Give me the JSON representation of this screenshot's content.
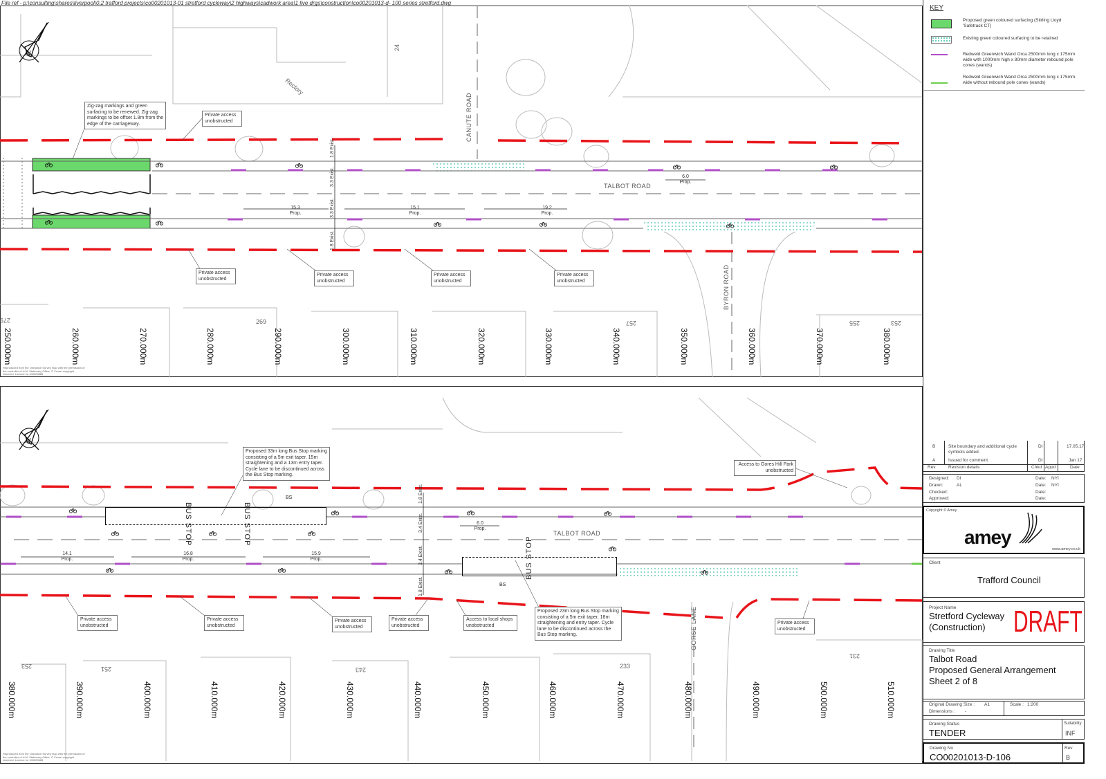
{
  "file_ref": "File ref - p:\\consulting\\shares\\liverpool\\0.2 trafford projects\\co00201013-01 stretford cycleway\\2 highways\\cadwork area\\1 live drgs\\construction\\co00201013-d- 100 series stretford.dwg",
  "colors": {
    "boundary": "#e8141a",
    "wand_with": "#b04fc8",
    "wand_without": "#6ccf4f",
    "green_surface": "#6bd86b",
    "existing_green": "#7fd8c8"
  },
  "key": {
    "title": "KEY",
    "items": [
      {
        "icon": "green-surfacing-swatch",
        "text": "Proposed green coloured surfacing (Stirling Lloyd 'Safetrack CT)"
      },
      {
        "icon": "existing-green-swatch",
        "text": "Existing green coloured surfacing to be retained"
      },
      {
        "icon": "wand-with-cones-line",
        "text": "Redweld Greenwich Wand Orca 2500mm long x 175mm wide with 1000mm high x 80mm diameter rebound pole cones (wands)"
      },
      {
        "icon": "wand-without-cones-line",
        "text": "Redweld Greenwich Wand Orca 2500mm long x 175mm wide without rebound pole cones (wands)"
      }
    ]
  },
  "sheet_top": {
    "roads": {
      "talbot": "TALBOT ROAD",
      "canute": "CANUTE ROAD",
      "byron": "BYRON ROAD"
    },
    "properties": {
      "rectory": "Rectory",
      "p24": "24",
      "p279": "279",
      "p269": "269",
      "p257": "257",
      "p255": "255",
      "p253": "253"
    },
    "chainages": [
      "250.000m",
      "260.000m",
      "270.000m",
      "280.000m",
      "290.000m",
      "300.000m",
      "310.000m",
      "320.000m",
      "330.000m",
      "340.000m",
      "350.000m",
      "360.000m",
      "370.000m",
      "380.000m"
    ],
    "dims": [
      {
        "value": "15.3",
        "tag": "Prop."
      },
      {
        "value": "15.1",
        "tag": "Prop."
      },
      {
        "value": "19.2",
        "tag": "Prop."
      },
      {
        "value": "6.0",
        "tag": "Prop."
      }
    ],
    "exist_dims": [
      "1.8 Exist.",
      "3.3 Exist.",
      "3.3 Exist.",
      "1.8 Exist."
    ],
    "notes": {
      "zigzag": "Zig-zag markings and green surfacing to be renewed.  Zig-zag markings to be offset 1.8m from the edge of the carriageway.",
      "pa1": "Private access unobstructed",
      "pa2": "Private access unobstructed",
      "pa3": "Private access unobstructed",
      "pa4": "Private access unobstructed",
      "pa5": "Private access unobstructed"
    },
    "os_notice": "Reproduced from the Ordnance Survey map with the permission of the controller of H.M. Stationery Office. © Crown copyright reserved. Licence no 100023885"
  },
  "sheet_bottom": {
    "roads": {
      "talbot": "TALBOT ROAD",
      "gorse": "GORSE LANE"
    },
    "bus_stop_text": "BUS STOP",
    "bs": "BS",
    "properties": {
      "p253": "253",
      "p251": "251",
      "p243": "243",
      "p233": "233",
      "p231": "231"
    },
    "chainages": [
      "380.000m",
      "390.000m",
      "400.000m",
      "410.000m",
      "420.000m",
      "430.000m",
      "440.000m",
      "450.000m",
      "460.000m",
      "470.000m",
      "480.000m",
      "490.000m",
      "500.000m",
      "510.000m"
    ],
    "dims": [
      {
        "value": "14.1",
        "tag": "Prop."
      },
      {
        "value": "16.8",
        "tag": "Prop."
      },
      {
        "value": "15.9",
        "tag": "Prop."
      },
      {
        "value": "6.0",
        "tag": "Prop."
      }
    ],
    "exist_dims": [
      "1.8 Exist.",
      "3.4 Exist.",
      "3.4 Exist.",
      "1.8 Exist."
    ],
    "notes": {
      "bus33": "Proposed 33m long Bus Stop marking consisting of a 5m exit taper, 15m straightening and a 13m entry taper. Cycle lane to be discontinued across the Bus Stop marking.",
      "gores": "Access to Gores Hill Park unobstructed",
      "pa1": "Private access unobstructed",
      "pa2": "Private access unobstructed",
      "pa3": "Private access unobstructed",
      "pa4": "Private access unobstructed",
      "shops": "Access to local shops unobstructed",
      "bus23": "Proposed 23m long Bus Stop marking consisting of a 5m exit taper, 18m straightening and entry taper. Cycle lane to be discontinued across  the Bus Stop marking.",
      "pa5": "Private access unobstructed"
    },
    "os_notice": "Reproduced from the Ordnance Survey map with the permission of the controller of H.M. Stationery Office. © Crown copyright reserved. Licence no 100023885"
  },
  "revisions": {
    "rows": [
      {
        "rev": "B",
        "details": "Site boundary and additional cycle symbols added.",
        "chkd": "DI",
        "appd": "",
        "date": "17.05.17"
      },
      {
        "rev": "A",
        "details": "Issued for comment",
        "chkd": "DI",
        "appd": "",
        "date": "Jan 17"
      }
    ],
    "header": {
      "rev": "Rev",
      "details": "Revision details",
      "chkd": "Chkd",
      "appd": "Appd",
      "date": "Date"
    }
  },
  "signoff": {
    "designed_label": "Designed:",
    "designed": "DI",
    "drawn_label": "Drawn:",
    "drawn": "AL",
    "checked_label": "Checked:",
    "approved_label": "Approved:",
    "date_label": "Date:",
    "designed_date": "NYI",
    "drawn_date": "NYI"
  },
  "company": {
    "copyright": "Copyright © Amey",
    "logo_text": "amey",
    "url": "www.amey.co.uk"
  },
  "client": {
    "label": "Client",
    "name": "Trafford Council"
  },
  "project": {
    "label": "Project Name",
    "line1": "Stretford Cycleway",
    "line2": "(Construction)",
    "stamp": "DRAFT"
  },
  "drawing_title": {
    "label": "Drawing Title",
    "line1": "Talbot Road",
    "line2": "Proposed General Arrangement",
    "line3": "Sheet 2 of 8"
  },
  "sizes": {
    "orig_label": "Original Drawing Size :",
    "orig": "A1",
    "scale_label": "Scale :",
    "scale": "1:200",
    "dims_label": "Dimensions :",
    "dims": "-"
  },
  "status": {
    "label": "Drawing Status",
    "value": "TENDER",
    "suit_label": "Suitability",
    "suit": "INF"
  },
  "drawing_no": {
    "label": "Drawing No",
    "value": "CO00201013-D-106",
    "rev_label": "Rev",
    "rev": "B"
  }
}
